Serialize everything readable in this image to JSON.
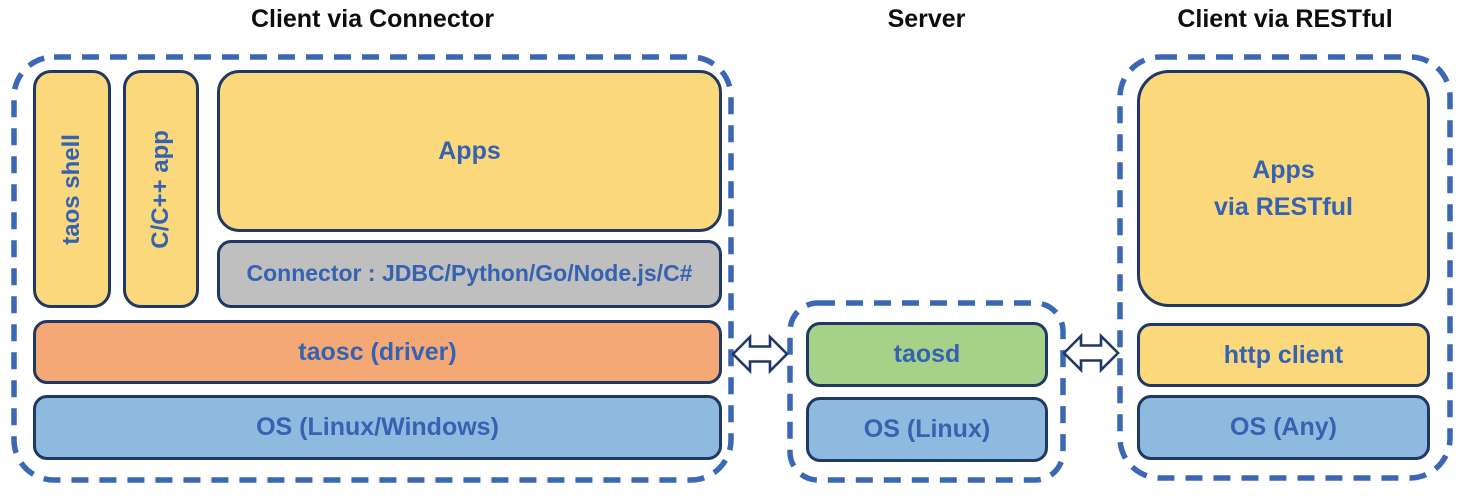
{
  "colors": {
    "dashed": "#3B67B4",
    "border": "#203864",
    "text": "#3662B2",
    "title": "#0D0D0D",
    "yellow": "#FAD87B",
    "gray": "#BFBFBF",
    "orange": "#F4A876",
    "blue": "#8EBAE0",
    "green": "#A5D188",
    "arrow_fill": "#FFFFFF"
  },
  "sections": {
    "client_connector": {
      "title": "Client via Connector",
      "boxes": {
        "taos_shell": "taos shell",
        "cpp_app": "C/C++ app",
        "apps": "Apps",
        "connector": "Connector : JDBC/Python/Go/Node.js/C#",
        "taosc": "taosc (driver)",
        "os": "OS (Linux/Windows)"
      }
    },
    "server": {
      "title": "Server",
      "boxes": {
        "taosd": "taosd",
        "os": "OS (Linux)"
      }
    },
    "client_restful": {
      "title": "Client via RESTful",
      "boxes": {
        "apps": "Apps\nvia RESTful",
        "http_client": "http client",
        "os": "OS (Any)"
      }
    }
  },
  "icons": {
    "left_link": "bidirectional-arrow",
    "right_link": "bidirectional-arrow"
  }
}
